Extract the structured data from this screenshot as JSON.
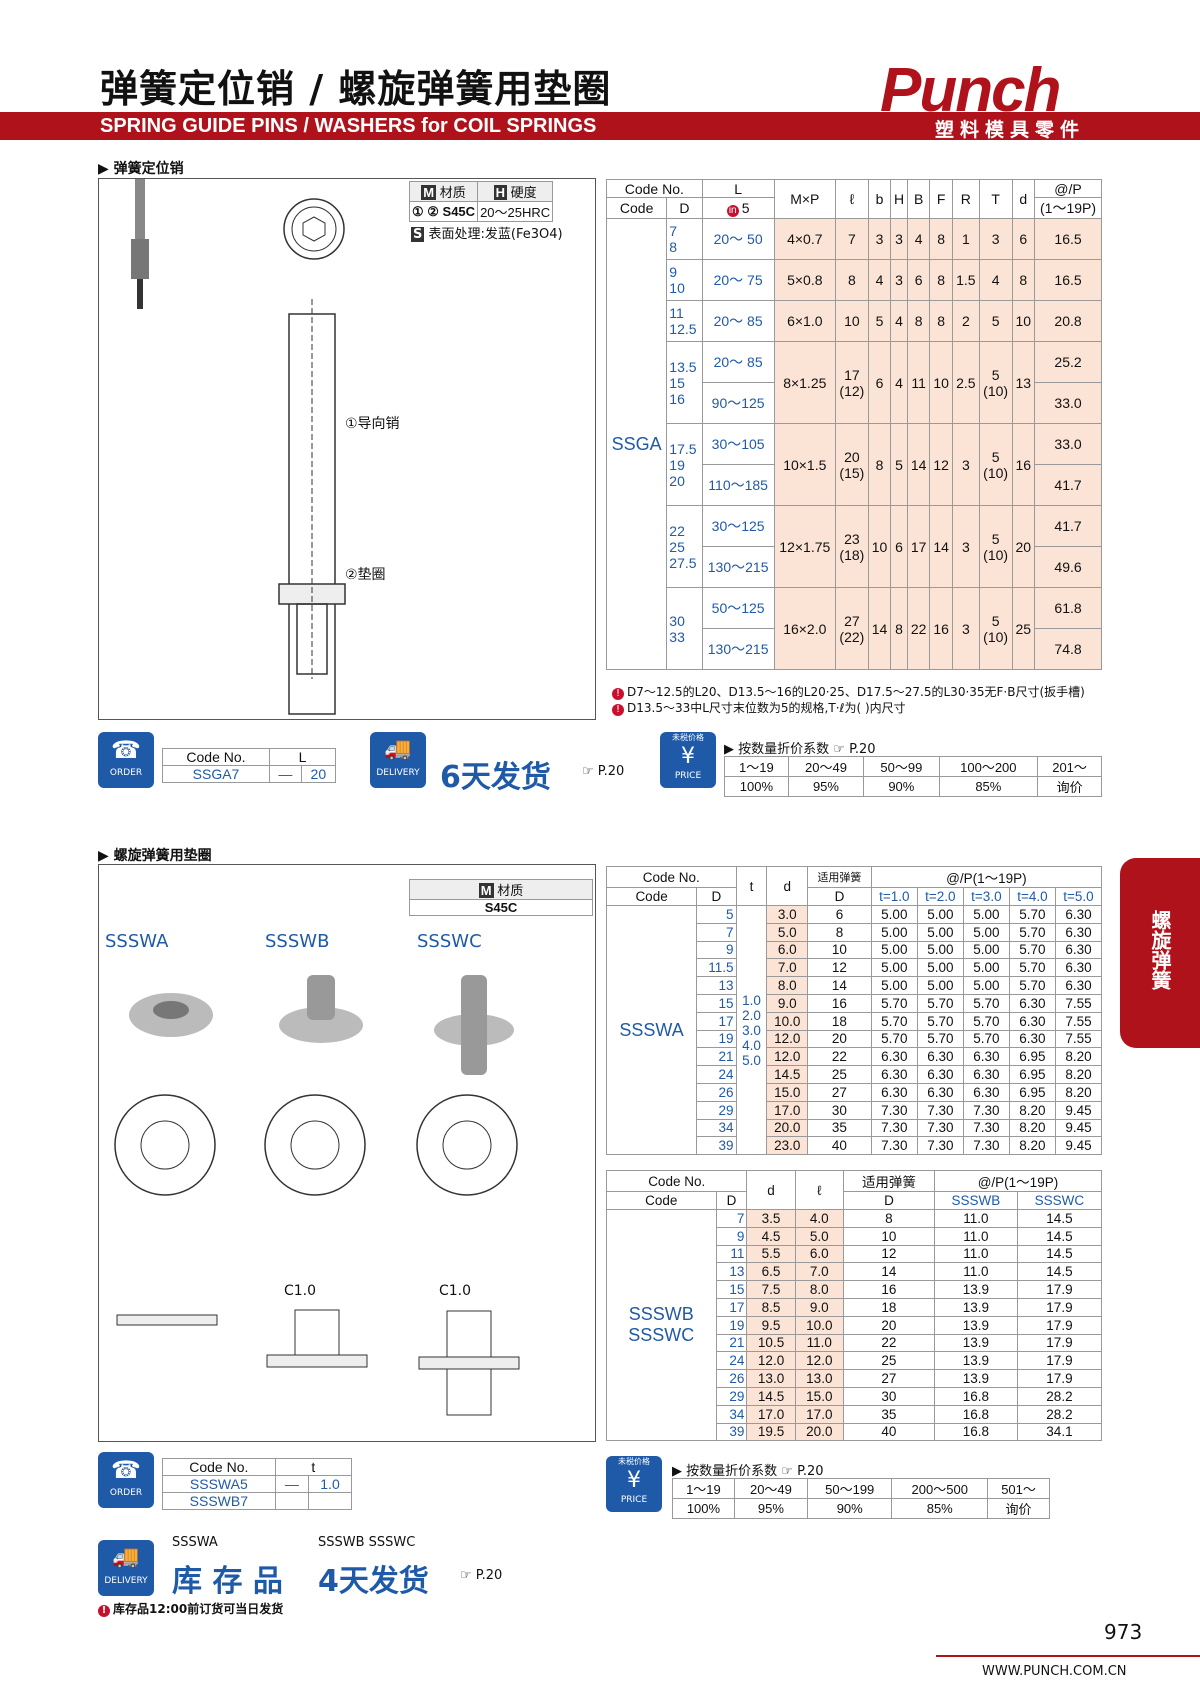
{
  "header": {
    "title_cn": "弹簧定位销 / 螺旋弹簧用垫圈",
    "title_en": "SPRING GUIDE PINS / WASHERS for COIL SPRINGS",
    "logo": "Punch",
    "logo_sub": "塑料模具零件"
  },
  "sec1": {
    "title": "弹簧定位销",
    "material_label": "材质",
    "hardness_label": "硬度",
    "material_parts": "① ② S45C",
    "hardness_value": "20～25HRC",
    "surface": "表面处理:发蓝(Fe3O4)",
    "label_pin": "①导向销",
    "label_washer": "②垫圈"
  },
  "ssga": {
    "code": "SSGA",
    "headers": [
      "Code No.",
      "L",
      "M×P",
      "ℓ",
      "b",
      "H",
      "B",
      "F",
      "R",
      "T",
      "d",
      "@/P"
    ],
    "sub_headers": [
      "Code",
      "D",
      "5",
      "(1～19P)"
    ],
    "groups": [
      {
        "D": "7\n8",
        "rows": [
          [
            "20～ 50",
            "16.5"
          ]
        ],
        "MxP": "4×0.7",
        "l": "7",
        "b": "3",
        "H": "3",
        "B": "4",
        "F": "8",
        "R": "1",
        "T": "3",
        "d": "6"
      },
      {
        "D": "9\n10",
        "rows": [
          [
            "20～ 75",
            "16.5"
          ]
        ],
        "MxP": "5×0.8",
        "l": "8",
        "b": "4",
        "H": "3",
        "B": "6",
        "F": "8",
        "R": "1.5",
        "T": "4",
        "d": "8"
      },
      {
        "D": "11\n12.5",
        "rows": [
          [
            "20～ 85",
            "20.8"
          ]
        ],
        "MxP": "6×1.0",
        "l": "10",
        "b": "5",
        "H": "4",
        "B": "8",
        "F": "8",
        "R": "2",
        "T": "5",
        "d": "10"
      },
      {
        "D": "13.5\n15\n16",
        "rows": [
          [
            "20～ 85",
            "25.2"
          ],
          [
            "90～125",
            "33.0"
          ]
        ],
        "MxP": "8×1.25",
        "l": "17\n(12)",
        "b": "6",
        "H": "4",
        "B": "11",
        "F": "10",
        "R": "2.5",
        "T": "5\n(10)",
        "d": "13"
      },
      {
        "D": "17.5\n19\n20",
        "rows": [
          [
            "30～105",
            "33.0"
          ],
          [
            "110～185",
            "41.7"
          ]
        ],
        "MxP": "10×1.5",
        "l": "20\n(15)",
        "b": "8",
        "H": "5",
        "B": "14",
        "F": "12",
        "R": "3",
        "T": "5\n(10)",
        "d": "16"
      },
      {
        "D": "22\n25\n27.5",
        "rows": [
          [
            "30～125",
            "41.7"
          ],
          [
            "130～215",
            "49.6"
          ]
        ],
        "MxP": "12×1.75",
        "l": "23\n(18)",
        "b": "10",
        "H": "6",
        "B": "17",
        "F": "14",
        "R": "3",
        "T": "5\n(10)",
        "d": "20"
      },
      {
        "D": "30\n33",
        "rows": [
          [
            "50～125",
            "61.8"
          ],
          [
            "130～215",
            "74.8"
          ]
        ],
        "MxP": "16×2.0",
        "l": "27\n(22)",
        "b": "14",
        "H": "8",
        "B": "22",
        "F": "16",
        "R": "3",
        "T": "5\n(10)",
        "d": "25"
      }
    ],
    "notes": [
      "D7～12.5的L20、D13.5～16的L20·25、D17.5～27.5的L30·35无F·B尺寸(扳手槽)",
      "D13.5～33中L尺寸末位数为5的规格,T·ℓ为(  )内尺寸"
    ]
  },
  "order1": {
    "h1": "Code No.",
    "h2": "L",
    "code": "SSGA7",
    "dash": "—",
    "val": "20",
    "icon": "ORDER"
  },
  "delivery1": {
    "icon": "DELIVERY",
    "text": "6天发货",
    "ref": "☞ P.20"
  },
  "price1": {
    "icon_top": "未税价格",
    "icon": "PRICE",
    "title": "▶ 按数量折价系数",
    "ref": "☞ P.20",
    "qty": [
      "1～19",
      "20～49",
      "50～99",
      "100～200",
      "201～"
    ],
    "rate": [
      "100%",
      "95%",
      "90%",
      "85%",
      "询价"
    ]
  },
  "sec2": {
    "title": "螺旋弹簧用垫圈",
    "material_label": "材质",
    "material_value": "S45C",
    "types": [
      "SSSWA",
      "SSSWB",
      "SSSWC"
    ],
    "c10": "C1.0"
  },
  "ssswa": {
    "code": "SSSWA",
    "headers": [
      "Code No.",
      "t",
      "d",
      "适用弹簧",
      "@/P(1～19P)"
    ],
    "sub": [
      "Code",
      "D",
      "D",
      "t=1.0",
      "t=2.0",
      "t=3.0",
      "t=4.0",
      "t=5.0"
    ],
    "t_values": "1.0\n2.0\n3.0\n4.0\n5.0",
    "rows": [
      [
        "5",
        "3.0",
        "6",
        "5.00",
        "5.00",
        "5.00",
        "5.70",
        "6.30"
      ],
      [
        "7",
        "5.0",
        "8",
        "5.00",
        "5.00",
        "5.00",
        "5.70",
        "6.30"
      ],
      [
        "9",
        "6.0",
        "10",
        "5.00",
        "5.00",
        "5.00",
        "5.70",
        "6.30"
      ],
      [
        "11.5",
        "7.0",
        "12",
        "5.00",
        "5.00",
        "5.00",
        "5.70",
        "6.30"
      ],
      [
        "13",
        "8.0",
        "14",
        "5.00",
        "5.00",
        "5.00",
        "5.70",
        "6.30"
      ],
      [
        "15",
        "9.0",
        "16",
        "5.70",
        "5.70",
        "5.70",
        "6.30",
        "7.55"
      ],
      [
        "17",
        "10.0",
        "18",
        "5.70",
        "5.70",
        "5.70",
        "6.30",
        "7.55"
      ],
      [
        "19",
        "12.0",
        "20",
        "5.70",
        "5.70",
        "5.70",
        "6.30",
        "7.55"
      ],
      [
        "21",
        "12.0",
        "22",
        "6.30",
        "6.30",
        "6.30",
        "6.95",
        "8.20"
      ],
      [
        "24",
        "14.5",
        "25",
        "6.30",
        "6.30",
        "6.30",
        "6.95",
        "8.20"
      ],
      [
        "26",
        "15.0",
        "27",
        "6.30",
        "6.30",
        "6.30",
        "6.95",
        "8.20"
      ],
      [
        "29",
        "17.0",
        "30",
        "7.30",
        "7.30",
        "7.30",
        "8.20",
        "9.45"
      ],
      [
        "34",
        "20.0",
        "35",
        "7.30",
        "7.30",
        "7.30",
        "8.20",
        "9.45"
      ],
      [
        "39",
        "23.0",
        "40",
        "7.30",
        "7.30",
        "7.30",
        "8.20",
        "9.45"
      ]
    ]
  },
  "ssswb": {
    "code1": "SSSWB",
    "code2": "SSSWC",
    "headers": [
      "Code No.",
      "d",
      "ℓ",
      "适用弹簧",
      "@/P(1～19P)"
    ],
    "sub": [
      "Code",
      "D",
      "D",
      "SSSWB",
      "SSSWC"
    ],
    "rows": [
      [
        "7",
        "3.5",
        "4.0",
        "8",
        "11.0",
        "14.5"
      ],
      [
        "9",
        "4.5",
        "5.0",
        "10",
        "11.0",
        "14.5"
      ],
      [
        "11",
        "5.5",
        "6.0",
        "12",
        "11.0",
        "14.5"
      ],
      [
        "13",
        "6.5",
        "7.0",
        "14",
        "11.0",
        "14.5"
      ],
      [
        "15",
        "7.5",
        "8.0",
        "16",
        "13.9",
        "17.9"
      ],
      [
        "17",
        "8.5",
        "9.0",
        "18",
        "13.9",
        "17.9"
      ],
      [
        "19",
        "9.5",
        "10.0",
        "20",
        "13.9",
        "17.9"
      ],
      [
        "21",
        "10.5",
        "11.0",
        "22",
        "13.9",
        "17.9"
      ],
      [
        "24",
        "12.0",
        "12.0",
        "25",
        "13.9",
        "17.9"
      ],
      [
        "26",
        "13.0",
        "13.0",
        "27",
        "13.9",
        "17.9"
      ],
      [
        "29",
        "14.5",
        "15.0",
        "30",
        "16.8",
        "28.2"
      ],
      [
        "34",
        "17.0",
        "17.0",
        "35",
        "16.8",
        "28.2"
      ],
      [
        "39",
        "19.5",
        "20.0",
        "40",
        "16.8",
        "34.1"
      ]
    ]
  },
  "order2": {
    "h1": "Code No.",
    "h2": "t",
    "code1": "SSSWA5",
    "dash": "—",
    "val": "1.0",
    "code2": "SSSWB7",
    "icon": "ORDER"
  },
  "price2": {
    "icon_top": "未税价格",
    "icon": "PRICE",
    "title": "▶ 按数量折价系数",
    "ref": "☞ P.20",
    "qty": [
      "1～19",
      "20～49",
      "50～199",
      "200～500",
      "501～"
    ],
    "rate": [
      "100%",
      "95%",
      "90%",
      "85%",
      "询价"
    ]
  },
  "delivery2": {
    "icon": "DELIVERY",
    "lbl1": "SSSWA",
    "lbl2": "SSSWB  SSSWC",
    "text1": "库 存 品",
    "text2": "4天发货",
    "ref": "☞ P.20",
    "note": "库存品12:00前订货可当日发货"
  },
  "side_tab": "螺旋弹簧",
  "footer": {
    "page": "973",
    "url": "WWW.PUNCH.COM.CN"
  }
}
